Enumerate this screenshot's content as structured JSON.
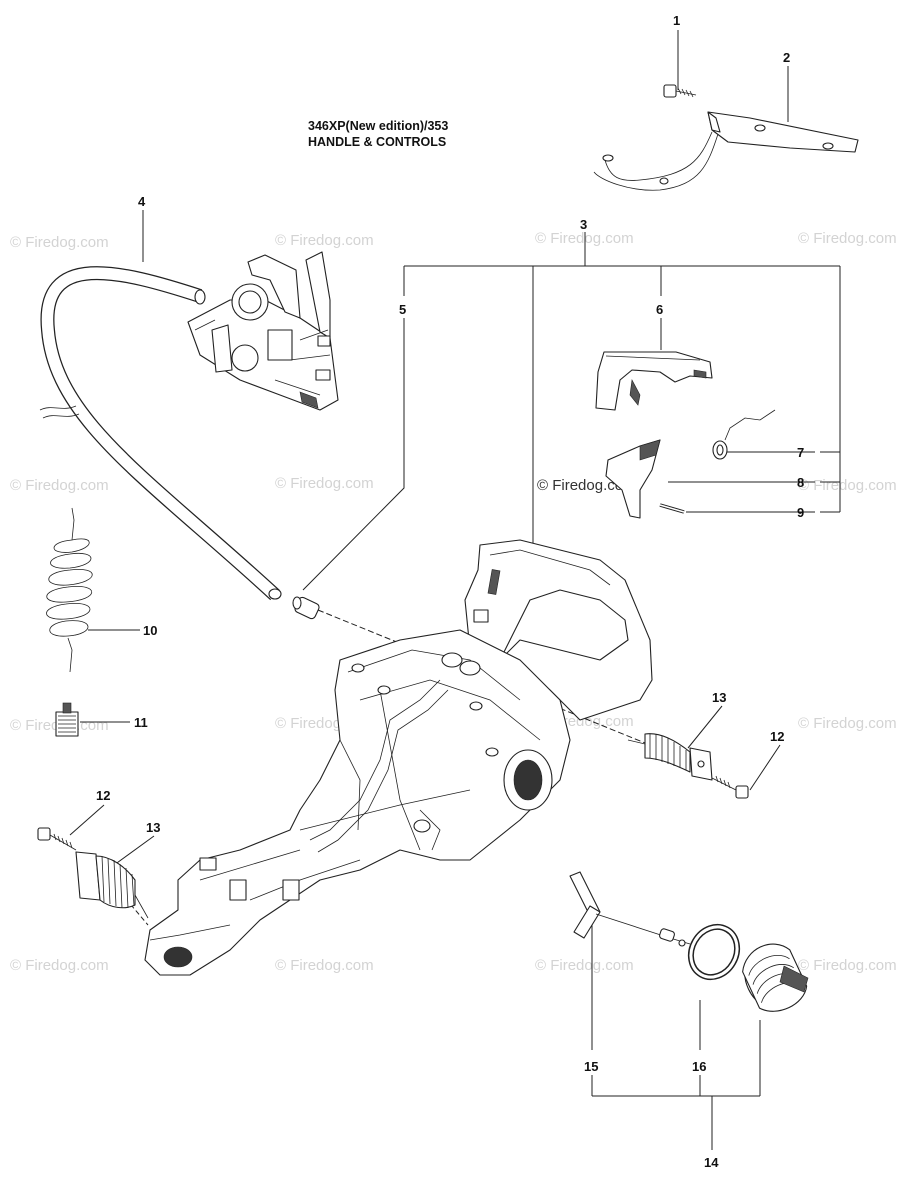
{
  "diagram": {
    "title_line1": "346XP(New edition)/353",
    "title_line2": "HANDLE & CONTROLS",
    "watermark": "© Firedog.com",
    "callouts": {
      "c1": "1",
      "c2": "2",
      "c3": "3",
      "c4": "4",
      "c5": "5",
      "c6": "6",
      "c7": "7",
      "c8": "8",
      "c9": "9",
      "c10": "10",
      "c11": "11",
      "c12a": "12",
      "c12b": "12",
      "c13a": "13",
      "c13b": "13",
      "c14": "14",
      "c15": "15",
      "c16": "16"
    }
  }
}
